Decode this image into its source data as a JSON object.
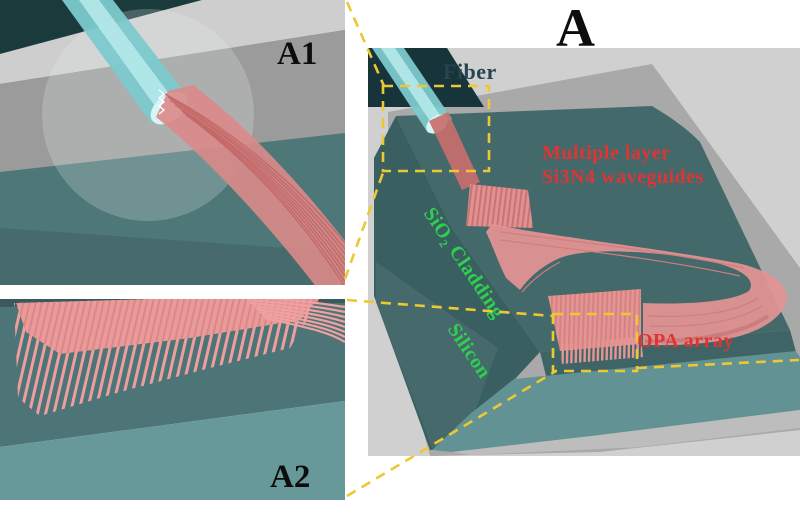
{
  "figure": {
    "panels": {
      "main": {
        "label": "A"
      },
      "inset_fiber_coupling": {
        "label": "A1"
      },
      "inset_opa_array": {
        "label": "A2"
      }
    },
    "annotations": {
      "fiber": "Fiber",
      "multilayer_line1": "Multiple layer",
      "multilayer_line2": "Si3N4 waveguides",
      "cladding": "SiO₂ Cladding",
      "substrate": "Silicon",
      "opa_array": "OPA array"
    },
    "colors": {
      "label_red": "#e03434",
      "label_green": "#2fd050",
      "label_fiber": "#26454e",
      "panel_label": "#0d0d0d",
      "callout_yellow": "#eec832",
      "fiber_cyan": "#7cc9cc",
      "fiber_core": "#b5e9ea",
      "waveguide_pink": "#e59494",
      "waveguide_line_dark": "#c46868",
      "chip_top_teal": "#44696b",
      "cladding_side_teal": "#3a5f61",
      "silicon_side_teal": "#466a6c",
      "silicon_top_teal": "#629294",
      "substrate_gray": "#a9a9a9",
      "backdrop_gray": "#d0d0d0",
      "fiber_mount_dark": "#16343a",
      "background": "#ffffff"
    }
  }
}
